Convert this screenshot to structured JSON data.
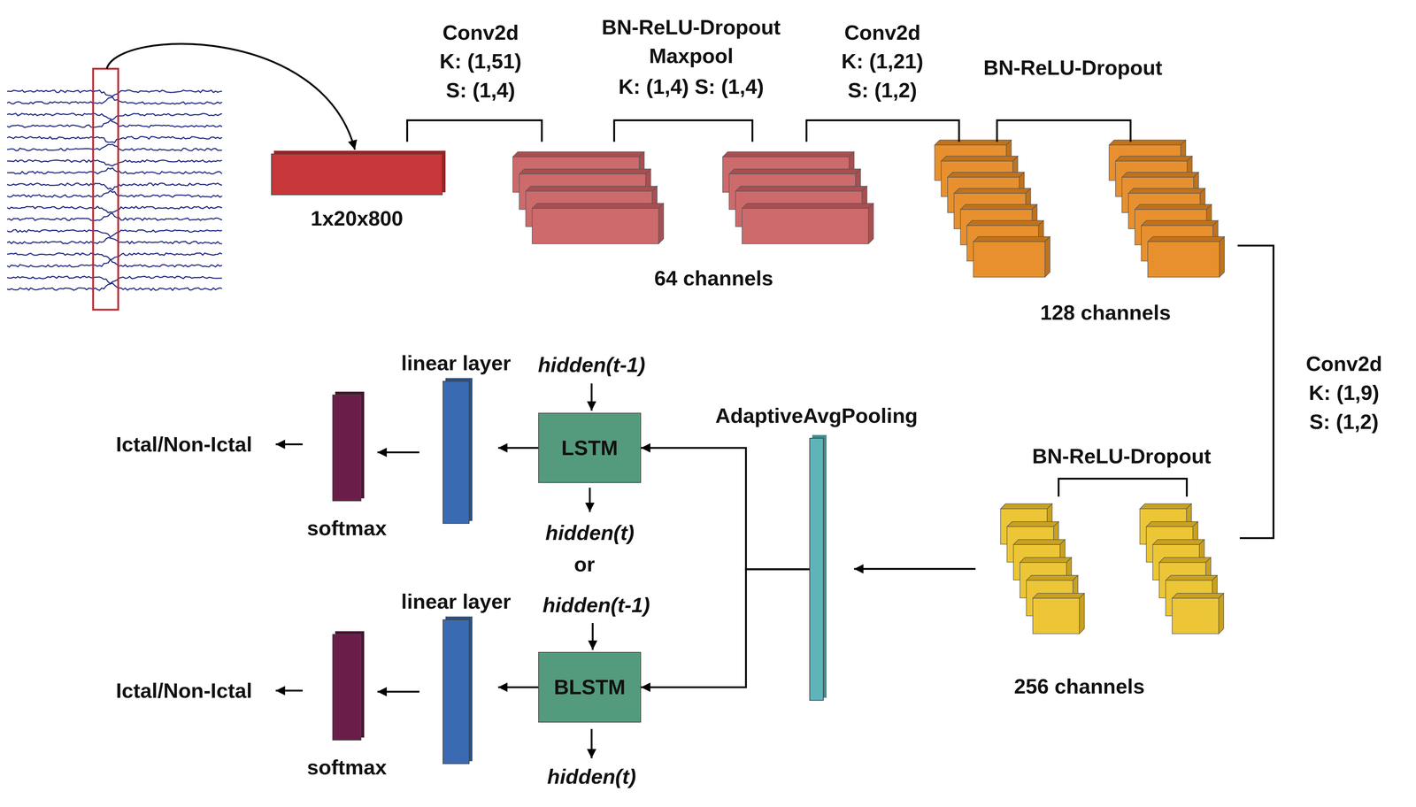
{
  "diagram": {
    "nodes": [
      {
        "text": [
          "1x20x800"
        ]
      },
      {
        "text": [
          "AdaptiveAvgPooling"
        ]
      },
      {
        "text": [
          "LSTM"
        ]
      },
      {
        "text": [
          "linear layer"
        ]
      },
      {
        "text": [
          "softmax"
        ]
      },
      {
        "text": [
          "BLSTM"
        ]
      },
      {
        "text": [
          "linear layer"
        ]
      },
      {
        "text": [
          "softmax"
        ]
      }
    ],
    "edges": [
      {
        "from": 1,
        "to": 2,
        "arrow": "to"
      },
      {
        "from": 2,
        "to": 3,
        "arrow": "to"
      },
      {
        "from": 3,
        "to": 4,
        "arrow": "to"
      },
      {
        "from": 1,
        "to": 5,
        "arrow": "to"
      },
      {
        "from": 5,
        "to": 6,
        "arrow": "to"
      },
      {
        "from": 6,
        "to": 7,
        "arrow": "to"
      }
    ],
    "labels": [
      "Conv2d",
      "K: (1,51)",
      "S: (1,4)",
      "BN-ReLU-Dropout",
      "Maxpool",
      "K: (1,4) S: (1,4)",
      "Conv2d",
      "K: (1,21)",
      "S: (1,2)",
      "BN-ReLU-Dropout",
      "64 channels",
      "128 channels",
      "Conv2d",
      "K: (1,9)",
      "S: (1,2)",
      "BN-ReLU-Dropout",
      "256 channels",
      "hidden(t-1)",
      "hidden(t)",
      "or",
      "hidden(t-1)",
      "hidden(t)",
      "Ictal/Non-Ictal",
      "Ictal/Non-Ictal"
    ]
  }
}
